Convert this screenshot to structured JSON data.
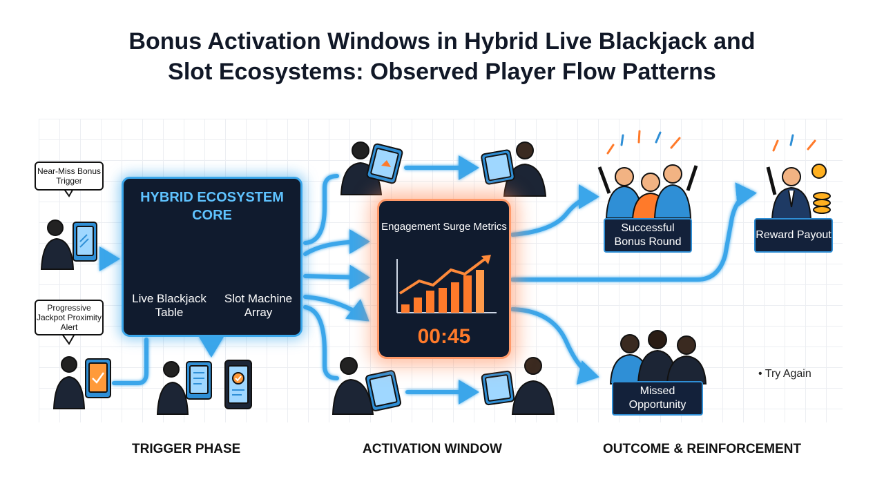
{
  "title": {
    "line1": "Bonus Activation Windows in Hybrid Live Blackjack and",
    "line2": "Slot Ecosystems: Observed Player Flow Patterns"
  },
  "callouts": {
    "near_miss": "Near-Miss Bonus Trigger",
    "progressive": "Progressive Jackpot Proximity Alert"
  },
  "core": {
    "title": "HYBRID ECOSYSTEM CORE",
    "blackjack": "Live Blackjack Table",
    "slots": "Slot Machine Array"
  },
  "engagement": {
    "title": "Engagement Surge Metrics",
    "timer": "00:45"
  },
  "outcomes": {
    "success": "Successful Bonus Round",
    "reward": "Reward Payout",
    "missed": "Missed Opportunity",
    "try_again": "Try Again"
  },
  "phases": {
    "trigger": "TRIGGER PHASE",
    "activation": "ACTIVATION WINDOW",
    "outcome": "OUTCOME & REINFORCEMENT"
  },
  "colors": {
    "flow_blue": "#3aa6ea",
    "glow_orange": "#ff8a4a",
    "panel_dark": "#101b2e"
  }
}
